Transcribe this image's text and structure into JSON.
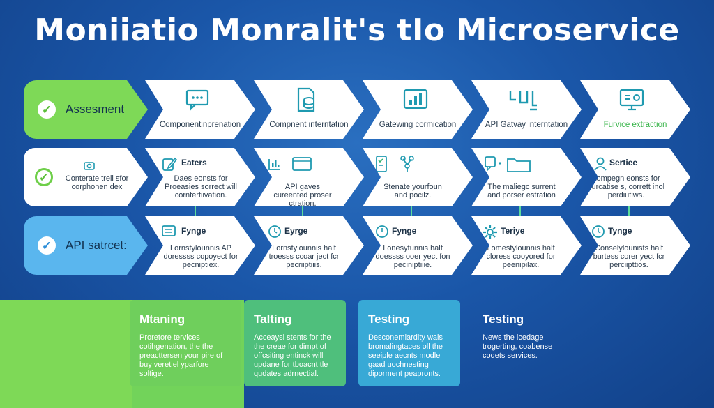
{
  "title": "Moniiatio Monralit's tIo Microservice",
  "colors": {
    "background": "#1a56a8",
    "green": "#7ed957",
    "blue": "#5ab6ee",
    "icon": "#1f9ab0"
  },
  "row1": {
    "lead": {
      "label": "Assesment",
      "icon": "check-icon"
    },
    "cards": [
      {
        "icon": "chat-icon",
        "label": "Componentinprenation"
      },
      {
        "icon": "document-database-icon",
        "label": "Compnent interntation"
      },
      {
        "icon": "bar-chart-icon",
        "label": "Gatewing cormication"
      },
      {
        "icon": "network-icon",
        "label": "API Gatvay interntation"
      },
      {
        "icon": "monitor-icon",
        "label": "Furvice extraction"
      }
    ]
  },
  "row2": {
    "lead": {
      "text": "Conterate trell sfor corphonen dex",
      "icon": "check-icon"
    },
    "cards": [
      {
        "icon": "edit-icon",
        "head": "Eaters",
        "body": "Daes eonsts for Proeasies sorrect will corntertiivation."
      },
      {
        "icon": "chart-window-icon",
        "head": "",
        "body": "API gaves cureented proser ctration."
      },
      {
        "icon": "checklist-network-icon",
        "head": "",
        "body": "Stenate yourfoun and pocilz."
      },
      {
        "icon": "chat-folder-icon",
        "head": "",
        "body": "The maliegc surrent and porser estration"
      },
      {
        "icon": "user-icon",
        "head": "Sertiee",
        "body": "Lompegn eonsts for curcatise s, corrett inol perdiutiws."
      }
    ]
  },
  "row3": {
    "lead": {
      "label": "API satrcet:",
      "icon": "check-icon"
    },
    "cards": [
      {
        "icon": "list-icon",
        "head": "Fynge",
        "body": "Lornstylounnis AP doressss copoyect for pecniptiex."
      },
      {
        "icon": "clock-icon",
        "head": "Eyrge",
        "body": "Lornstylounnis half troesss ccoar ject fcr pecriiptiiis."
      },
      {
        "icon": "clock-icon",
        "head": "Fynge",
        "body": "Lonesytunnis half doessss ooer yect fon peciniptiiie."
      },
      {
        "icon": "gear-icon",
        "head": "Teriye",
        "body": "Lomestylounnis half cloress cooyored for peenipilax."
      },
      {
        "icon": "clock-icon",
        "head": "Tynge",
        "body": "Conselylounists half burtess corer yect fcr perciipttios."
      }
    ]
  },
  "panels": [
    {
      "head": "Mtaning",
      "body": "Proretore tervices cotihgenation, the the preacttersen your pire of buy veretiel yparfore soltige.",
      "color": "#7ed957"
    },
    {
      "head": "Talting",
      "body": "Acceaysl stents for the the creae for dimpt of offcsiting entinck will updane for tboacnt tle qudates adrnectial.",
      "color": "#5cc37a"
    },
    {
      "head": "Testing",
      "body": "Desconemlardity wals bromalingtaces oll the seeiple aecnts modle gaad uochnesting diporment peapronts.",
      "color": "#3ba9d8"
    },
    {
      "head": "Testing",
      "body": "News the lcedage trogerting, coabense codets services.",
      "color": "#1a56a8"
    }
  ]
}
